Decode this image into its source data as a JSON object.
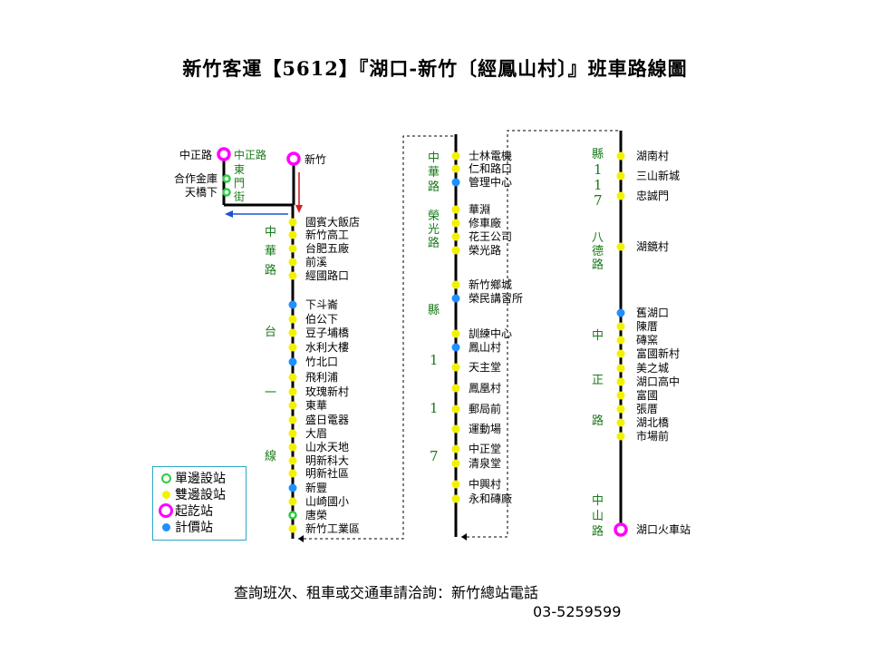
{
  "title": "新竹客運【5612】『湖口-新竹〔經鳳山村〕』班車路線圖",
  "colors": {
    "single_side": "#2ecc40",
    "double_side": "#f2f200",
    "terminal": "#ff00ff",
    "fare": "#1e90ff",
    "route_line": "#000000",
    "road_text": "#1a7a1a",
    "arrow_red": "#d62020",
    "arrow_blue": "#2050d0"
  },
  "stations_top_left": {
    "zhongzheng_rd": "中正路",
    "hezuo_jinku": "合作金庫",
    "tianqiaoxia": "天橋下",
    "hsinchu": "新竹",
    "road_zhongzheng": "中正路",
    "road_dongmenjie": [
      "東",
      "門",
      "街"
    ]
  },
  "column1": {
    "road_labels": [
      "中",
      "華",
      "路",
      "台",
      "一",
      "線"
    ],
    "stops": [
      "國賓大飯店",
      "新竹高工",
      "台肥五廠",
      "前溪",
      "經國路口",
      "下斗崙",
      "伯公下",
      "豆子埔橋",
      "水利大樓",
      "竹北口",
      "飛利浦",
      "玫瑰新村",
      "東華",
      "盛日電器",
      "大眉",
      "山水天地",
      "明新科大",
      "明新社區",
      "新豐",
      "山崎國小",
      "唐榮",
      "新竹工業區"
    ]
  },
  "column2": {
    "road_labels": [
      "中",
      "華",
      "路",
      "榮",
      "光",
      "路",
      "縣",
      "1",
      "1",
      "7"
    ],
    "stops": [
      "士林電機",
      "仁和路口",
      "管理中心",
      "華淵",
      "修車廠",
      "花王公司",
      "榮光路",
      "新竹鄉城",
      "榮民講習所",
      "訓練中心",
      "鳳山村",
      "天主堂",
      "鳳凰村",
      "郵局前",
      "運動場",
      "中正堂",
      "清泉堂",
      "中興村",
      "永和磚廠"
    ]
  },
  "column3": {
    "road_labels": [
      "縣",
      "1",
      "1",
      "7",
      "八",
      "德",
      "路",
      "中",
      "正",
      "路",
      "中",
      "山",
      "路"
    ],
    "stops": [
      "湖南村",
      "三山新城",
      "忠誠門",
      "湖鏡村",
      "舊湖口",
      "陳厝",
      "磚窯",
      "富國新村",
      "美之城",
      "湖口高中",
      "富國",
      "張厝",
      "湖北橋",
      "市場前",
      "湖口火車站"
    ]
  },
  "legend": [
    {
      "icon": "single-side-stop-icon",
      "label": "單邊設站"
    },
    {
      "icon": "double-side-stop-icon",
      "label": "雙邊設站"
    },
    {
      "icon": "terminal-stop-icon",
      "label": "起訖站"
    },
    {
      "icon": "fare-stop-icon",
      "label": "計價站"
    }
  ],
  "footer": {
    "line1": "查詢班次、租車或交通車請洽詢：新竹總站電話",
    "phone": "03-5259599"
  }
}
